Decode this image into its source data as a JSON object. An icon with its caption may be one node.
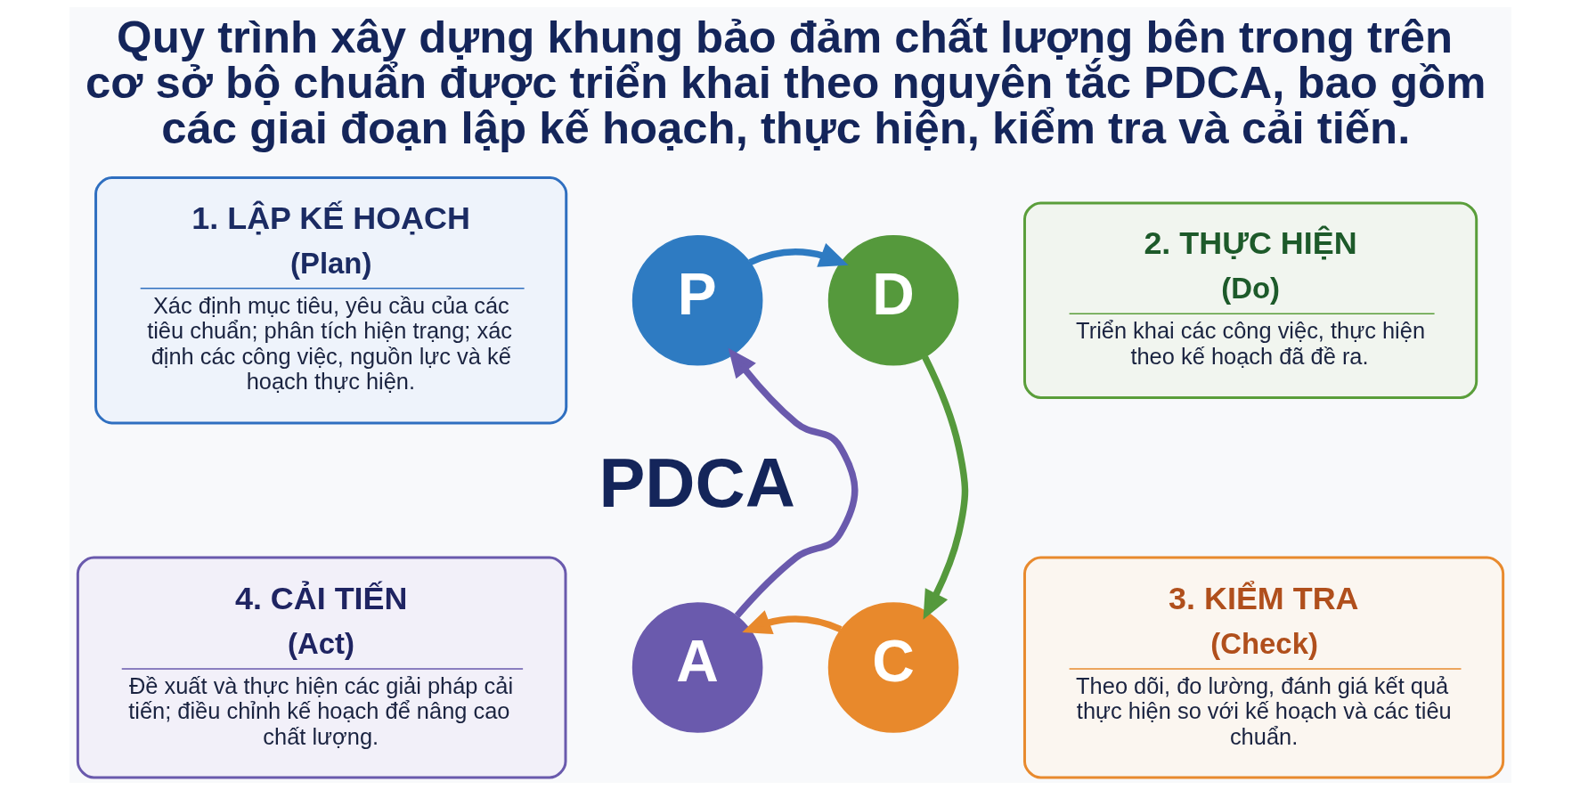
{
  "diagram": {
    "title": "Quy trình xây dựng khung bảo đảm chất lượng bên trong trên cơ sở bộ chuẩn được triển khai theo nguyên tắc PDCA, bao gồm các giai đoạn lập kế hoạch, thực hiện, kiểm tra và cải tiến.",
    "nodes": [
      {
        "text": [
          "1. LẬP KẾ HOẠCH",
          "(Plan)",
          "Xác định mục tiêu, yêu cầu của các tiêu chuẩn; phân tích hiện trạng; xác định các công việc, nguồn lực và kế hoạch thực hiện."
        ]
      },
      {
        "text": [
          "P"
        ]
      },
      {
        "text": [
          "D"
        ]
      },
      {
        "text": [
          "2. THỰC HIỆN",
          "(Do)",
          "Triển khai các công việc, thực hiện theo kế hoạch đã đề ra."
        ]
      },
      {
        "text": [
          "PDCA"
        ]
      },
      {
        "text": [
          "4. CẢI TIẾN",
          "(Act)",
          "Đề xuất và thực hiện các giải pháp cải tiến; điều chỉnh kế hoạch để nâng cao chất lượng."
        ]
      },
      {
        "text": [
          "A"
        ]
      },
      {
        "text": [
          "C"
        ]
      },
      {
        "text": [
          "3. KIỂM TRA",
          "(Check)",
          "Theo dõi, đo lường, đánh giá kết quả thực hiện so với kế hoạch và các tiêu chuẩn."
        ]
      }
    ],
    "edges": [
      {
        "from": 1,
        "to": 2,
        "arrow": "to",
        "color": "#2e7bc2"
      },
      {
        "from": 2,
        "to": 7,
        "arrow": "to",
        "color": "#55993c"
      },
      {
        "from": 7,
        "to": 6,
        "arrow": "to",
        "color": "#e8892c"
      },
      {
        "from": 6,
        "to": 1,
        "arrow": "to",
        "color": "#6a5aad"
      }
    ]
  }
}
